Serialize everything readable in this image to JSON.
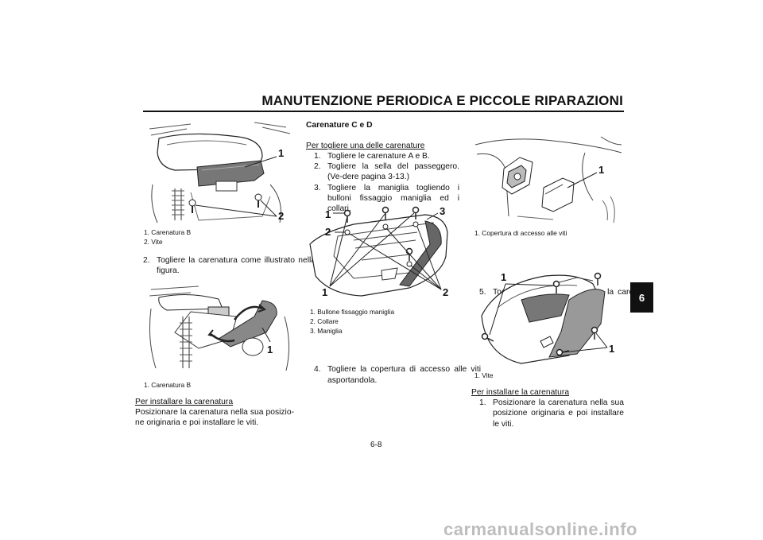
{
  "header": {
    "title": "MANUTENZIONE PERIODICA E PICCOLE RIPARAZIONI",
    "chapter_tab": "6"
  },
  "col1": {
    "fig1": {
      "callouts": [
        "1",
        "2"
      ],
      "captions": [
        "1. Carenatura B",
        "2. Vite"
      ]
    },
    "step2": {
      "num": "2.",
      "text": "Togliere la carenatura come illustrato nella figura."
    },
    "fig2": {
      "callouts": [
        "1"
      ],
      "captions": [
        "1. Carenatura B"
      ]
    },
    "install_heading": "Per installare la carenatura",
    "install_text": "Posizionare la carenatura nella sua posizio-ne originaria e poi installare le viti."
  },
  "col2": {
    "section_title": "Carenature C e D",
    "remove_heading": "Per togliere una delle carenature",
    "steps": [
      {
        "num": "1.",
        "text": "Togliere le carenature A e B."
      },
      {
        "num": "2.",
        "text": "Togliere la sella del passeggero. (Ve-dere pagina 3-13.)"
      },
      {
        "num": "3.",
        "text": "Togliere la maniglia togliendo i bulloni fissaggio maniglia ed i collari."
      }
    ],
    "fig3": {
      "callouts": [
        "1",
        "2",
        "3",
        "1",
        "2"
      ],
      "captions": [
        "1. Bullone fissaggio maniglia",
        "2. Collare",
        "3. Maniglia"
      ]
    },
    "step4": {
      "num": "4.",
      "text": "Togliere la copertura di accesso alle viti asportandola."
    }
  },
  "col3": {
    "fig4": {
      "callouts": [
        "1"
      ],
      "captions": [
        "1. Copertura di accesso alle viti"
      ]
    },
    "step5": {
      "num": "5.",
      "text": "Togliere le viti, e poi estrarre la carena-tura."
    },
    "fig5": {
      "callouts": [
        "1",
        "1"
      ],
      "captions": [
        "1. Vite"
      ]
    },
    "install_heading": "Per installare la carenatura",
    "install_step": {
      "num": "1.",
      "text": "Posizionare la carenatura nella sua posizione originaria e poi installare le viti."
    }
  },
  "footer": {
    "page_number": "6-8",
    "watermark": "carmanualsonline.info"
  }
}
